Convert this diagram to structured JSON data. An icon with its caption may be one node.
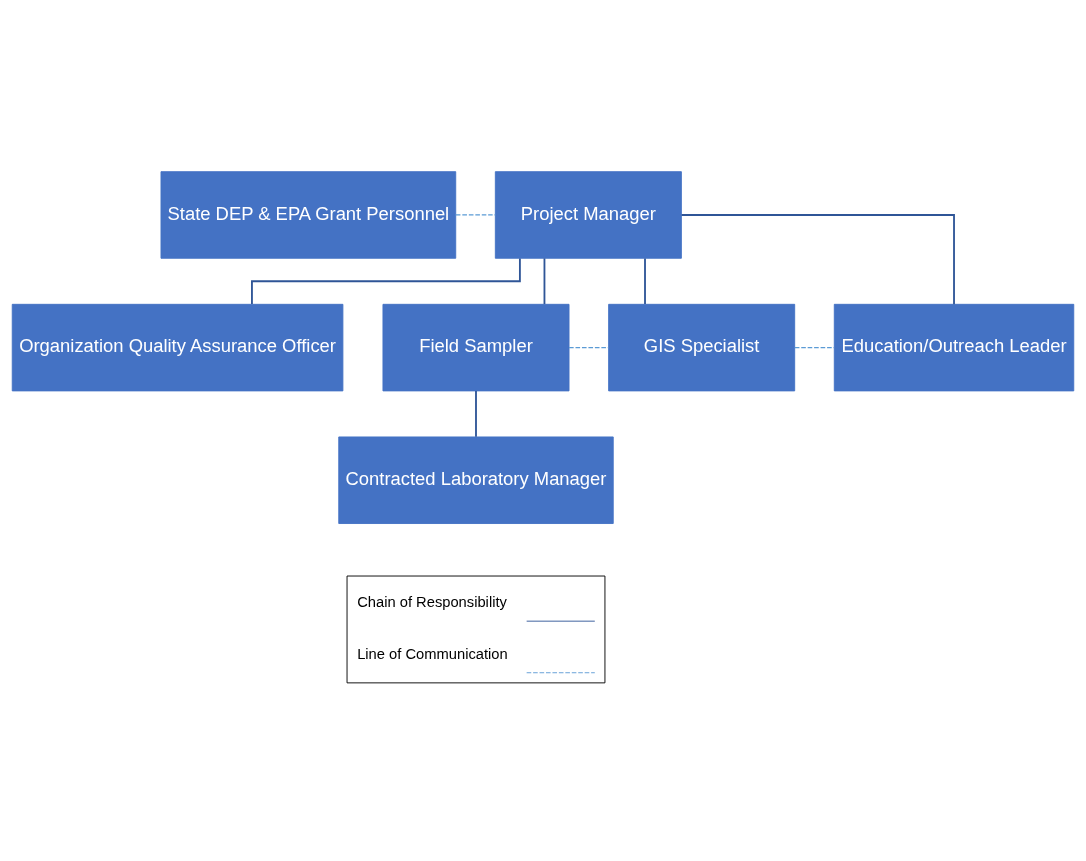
{
  "diagram": {
    "nodes": [
      {
        "text": [
          "State DEP & EPA Grant Personnel"
        ]
      },
      {
        "text": [
          "Project Manager"
        ]
      },
      {
        "text": [
          "Organization Quality Assurance Officer"
        ]
      },
      {
        "text": [
          "Field Sampler"
        ]
      },
      {
        "text": [
          "GIS Specialist"
        ]
      },
      {
        "text": [
          "Education/Outreach Leader"
        ]
      },
      {
        "text": [
          "Contracted Laboratory Manager"
        ]
      }
    ],
    "edges": [
      {
        "from": 0,
        "to": 1,
        "arrow": "none",
        "style": "dashed",
        "color": "#5b9bd5"
      },
      {
        "from": 1,
        "to": 2,
        "arrow": "none"
      },
      {
        "from": 1,
        "to": 3,
        "arrow": "none"
      },
      {
        "from": 1,
        "to": 4,
        "arrow": "none"
      },
      {
        "from": 1,
        "to": 5,
        "arrow": "none"
      },
      {
        "from": 3,
        "to": 4,
        "arrow": "none",
        "style": "dashed",
        "color": "#5b9bd5"
      },
      {
        "from": 4,
        "to": 5,
        "arrow": "none",
        "style": "dashed",
        "color": "#5b9bd5"
      },
      {
        "from": 3,
        "to": 6,
        "arrow": "none"
      }
    ],
    "legend": [
      {
        "text": "Chain of Responsibility"
      },
      {
        "text": "Line of Communication"
      }
    ]
  }
}
